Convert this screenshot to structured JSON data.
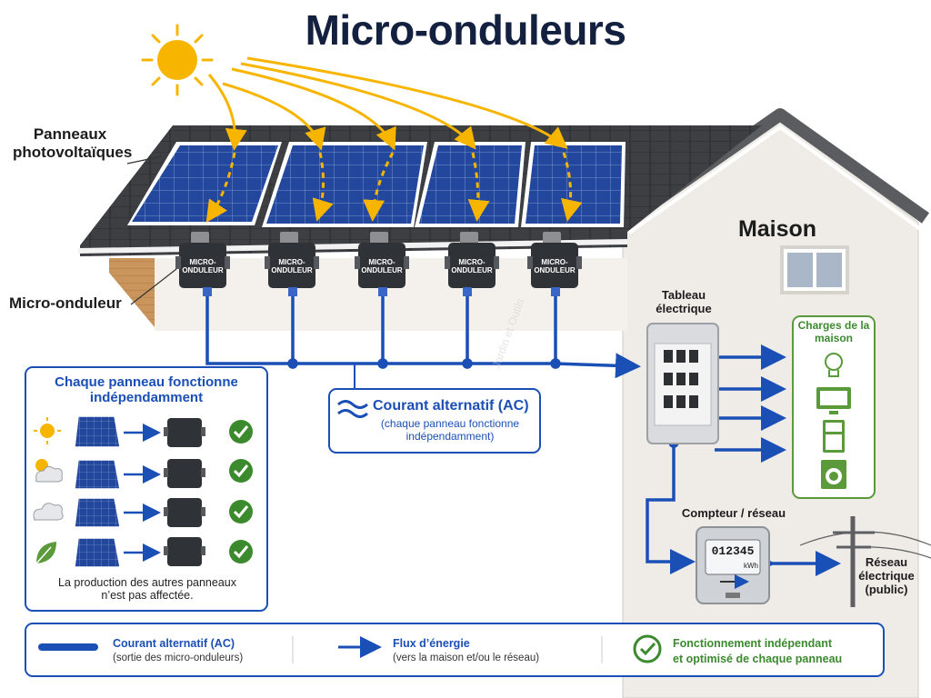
{
  "title": "Micro-onduleurs",
  "labels": {
    "panels": "Panneaux photovoltaïques",
    "micro_inverter": "Micro-onduleur",
    "house": "Maison",
    "electrical_panel": "Tableau électrique",
    "meter": "Compteur / réseau",
    "grid": "Réseau électrique (public)"
  },
  "inverter_label_line1": "MICRO-",
  "inverter_label_line2": "ONDULEUR",
  "ac_box": {
    "title": "Courant alternatif (AC)",
    "subtitle": "(chaque panneau fonctionne indépendamment)"
  },
  "loads_box": {
    "title": "Charges de la maison",
    "icons": [
      "lightbulb-icon",
      "tv-icon",
      "fridge-icon",
      "washing-machine-icon"
    ]
  },
  "meter_display": {
    "digits": "012345",
    "unit": "kWh"
  },
  "independence_panel": {
    "title": "Chaque panneau fonctionne indépendamment",
    "rows": [
      {
        "condition_icon": "sun-icon"
      },
      {
        "condition_icon": "sun-cloud-icon"
      },
      {
        "condition_icon": "cloud-icon"
      },
      {
        "condition_icon": "leaf-icon"
      }
    ],
    "footer": "La production des autres panneaux n’est pas affectée."
  },
  "legend": [
    {
      "icon": "ac-line-icon",
      "title": "Courant alternatif (AC)",
      "subtitle": "(sortie des micro-onduleurs)"
    },
    {
      "icon": "arrow-icon",
      "title": "Flux d’énergie",
      "subtitle": "(vers la maison et/ou le réseau)"
    },
    {
      "icon": "check-icon",
      "title": "Fonctionnement indépendant",
      "subtitle": "et optimisé de chaque panneau"
    }
  ],
  "watermark": "Jardin et Outils",
  "colors": {
    "title": "#13203f",
    "ac_blue": "#1a4fb5",
    "sun": "#f7b500",
    "panel": "#1f3f8f",
    "check_green": "#3b8a2e",
    "loads_green": "#5a9a3a"
  }
}
